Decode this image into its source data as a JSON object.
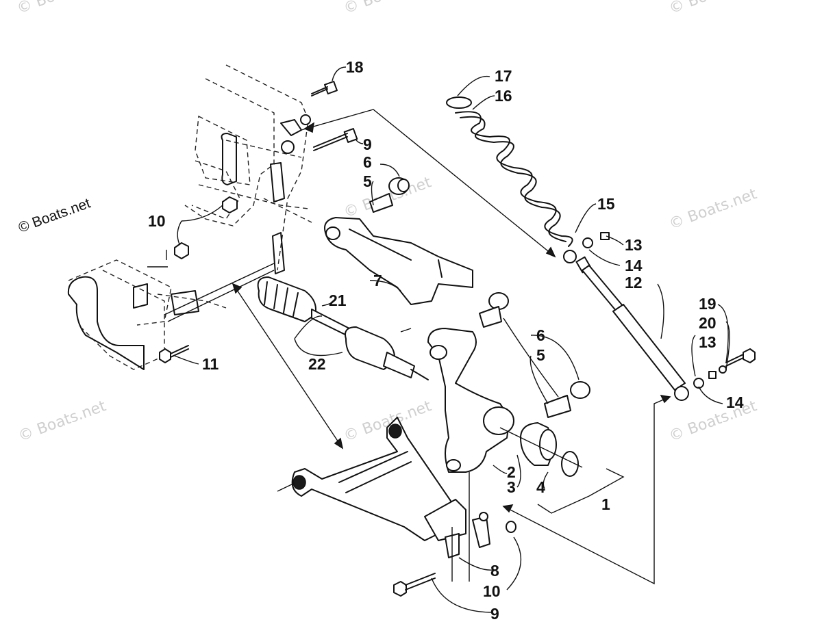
{
  "watermarks": [
    "© Boats.net",
    "© Boats.net",
    "© Boats.net",
    "© Boats.net",
    "© Boats.net",
    "© Boats.net",
    "© Boats.net",
    "© Boats.net"
  ],
  "copyright": "© Boats.net",
  "callouts": [
    {
      "id": "c18",
      "text": "18"
    },
    {
      "id": "c17",
      "text": "17"
    },
    {
      "id": "c16",
      "text": "16"
    },
    {
      "id": "c9a",
      "text": "9"
    },
    {
      "id": "c6a",
      "text": "6"
    },
    {
      "id": "c5a",
      "text": "5"
    },
    {
      "id": "c15",
      "text": "15"
    },
    {
      "id": "c10a",
      "text": "10"
    },
    {
      "id": "c13a",
      "text": "13"
    },
    {
      "id": "c14a",
      "text": "14"
    },
    {
      "id": "c12",
      "text": "12"
    },
    {
      "id": "c7",
      "text": "7"
    },
    {
      "id": "c21",
      "text": "21"
    },
    {
      "id": "c19",
      "text": "19"
    },
    {
      "id": "c20",
      "text": "20"
    },
    {
      "id": "c13b",
      "text": "13"
    },
    {
      "id": "c6b",
      "text": "6"
    },
    {
      "id": "c5b",
      "text": "5"
    },
    {
      "id": "c11",
      "text": "11"
    },
    {
      "id": "c22",
      "text": "22"
    },
    {
      "id": "c14b",
      "text": "14"
    },
    {
      "id": "c2",
      "text": "2"
    },
    {
      "id": "c3",
      "text": "3"
    },
    {
      "id": "c4",
      "text": "4"
    },
    {
      "id": "c1",
      "text": "1"
    },
    {
      "id": "c8",
      "text": "8"
    },
    {
      "id": "c10b",
      "text": "10"
    },
    {
      "id": "c9b",
      "text": "9"
    }
  ]
}
